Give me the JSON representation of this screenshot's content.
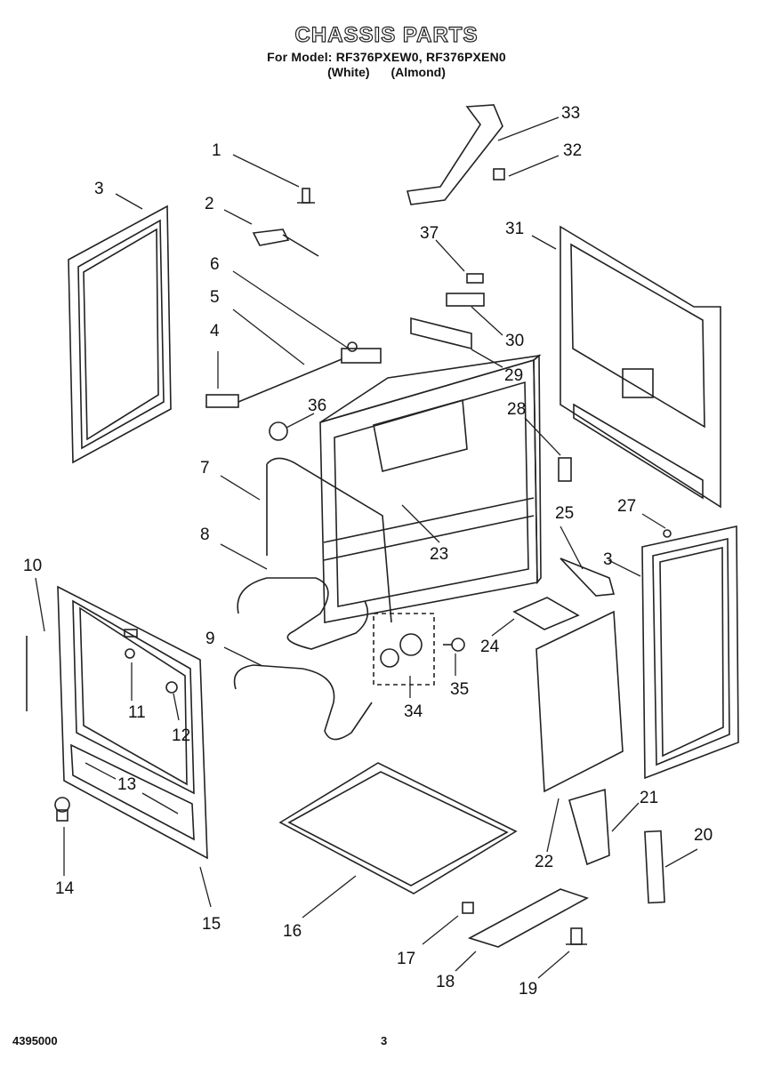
{
  "header": {
    "title": "CHASSIS PARTS",
    "model_line": "For Model: RF376PXEW0, RF376PXEN0",
    "colors": [
      "(White)",
      "(Almond)"
    ]
  },
  "callouts": [
    "1",
    "2",
    "3",
    "4",
    "5",
    "6",
    "7",
    "8",
    "9",
    "10",
    "11",
    "12",
    "13",
    "14",
    "15",
    "16",
    "17",
    "18",
    "19",
    "20",
    "21",
    "22",
    "23",
    "24",
    "25",
    "27",
    "28",
    "29",
    "30",
    "31",
    "32",
    "33",
    "34",
    "35",
    "36",
    "37",
    "3"
  ],
  "footer": {
    "doc_number": "4395000",
    "page_number": "3"
  }
}
